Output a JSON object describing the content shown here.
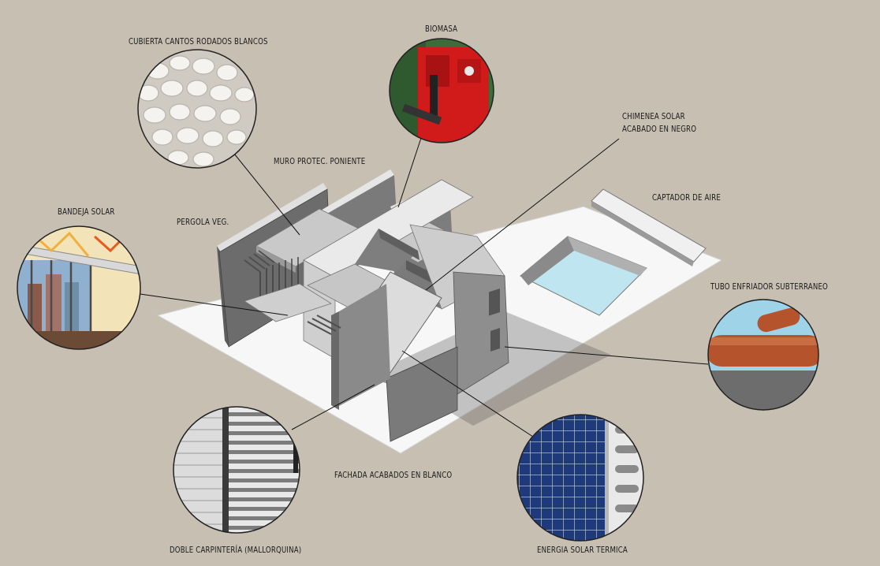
{
  "labels": {
    "cubierta": "CUBIERTA CANTOS RODADOS BLANCOS",
    "biomasa": "BIOMASA",
    "chimenea_1": "CHIMENEA SOLAR",
    "chimenea_2": "ACABADO EN NEGRO",
    "muro": "MURO PROTEC. PONIENTE",
    "captador": "CAPTADOR DE AIRE",
    "bandeja": "BANDEJA SOLAR",
    "pergola": "PERGOLA VEG.",
    "tubo": "TUBO ENFRIADOR SUBTERRANEO",
    "fachada": "FACHADA ACABADOS EN BLANCO",
    "carpinteria": "DOBLE CARPINTERÍA (MALLORQUINA)",
    "energia": "ENERGIA SOLAR TERMICA"
  },
  "colors": {
    "background": "#c8bfb3",
    "wall_dark": "#6f6f6f",
    "wall_mid": "#8c8c8c",
    "wall_light": "#d9d9d9",
    "roof": "#bdbdbd",
    "ground": "#f7f7f7",
    "pool": "#bfe6f0",
    "boiler_red": "#d11a1a",
    "pipe_terracotta": "#b5532c",
    "solar_panel": "#1f3a7a"
  },
  "icons": {
    "cubierta": "white-pebbles-photo",
    "biomasa": "biomass-boiler-photo",
    "bandeja": "solar-tray-interior-photo",
    "tubo": "underground-cooling-pipe-photo",
    "carpinteria": "louvered-shutter-photo",
    "energia": "solar-panel-photo"
  }
}
